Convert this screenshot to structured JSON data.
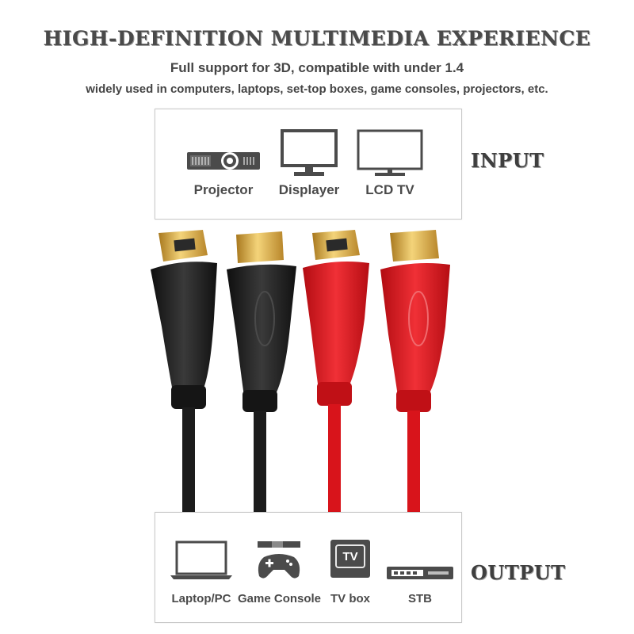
{
  "header": {
    "title": "HIGH-DEFINITION MULTIMEDIA EXPERIENCE",
    "subtitle": "Full support for 3D, compatible with under 1.4",
    "description": "widely used in computers, laptops, set-top boxes, game consoles, projectors, etc."
  },
  "input": {
    "label": "INPUT",
    "devices": [
      {
        "label": "Projector",
        "icon": "projector-icon"
      },
      {
        "label": "Displayer",
        "icon": "monitor-icon"
      },
      {
        "label": "LCD TV",
        "icon": "tv-icon"
      }
    ]
  },
  "output": {
    "label": "OUTPUT",
    "devices": [
      {
        "label": "Laptop/PC",
        "icon": "laptop-icon"
      },
      {
        "label": "Game Console",
        "icon": "gamepad-icon"
      },
      {
        "label": "TV box",
        "icon": "tv-box-icon",
        "badge": "TV"
      },
      {
        "label": "STB",
        "icon": "set-top-box-icon"
      }
    ]
  },
  "colors": {
    "cable_black": "#1c1c1c",
    "cable_red": "#d8141b",
    "connector_gold": "#e2b23c",
    "icon_gray": "#4b4b4b"
  }
}
